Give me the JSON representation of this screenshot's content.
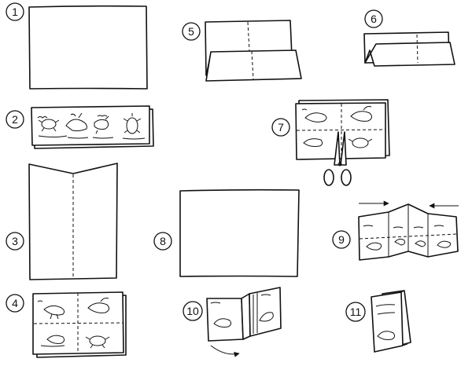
{
  "steps": [
    {
      "number": "1"
    },
    {
      "number": "2"
    },
    {
      "number": "3"
    },
    {
      "number": "4"
    },
    {
      "number": "5"
    },
    {
      "number": "6"
    },
    {
      "number": "7"
    },
    {
      "number": "8"
    },
    {
      "number": "9"
    },
    {
      "number": "10"
    },
    {
      "number": "11"
    }
  ],
  "colors": {
    "ink": "#111111",
    "paper": "#ffffff"
  },
  "icons": [
    "scissors-icon",
    "fold-line",
    "animal-drawing",
    "arrow-icon",
    "curved-arrow-icon"
  ]
}
